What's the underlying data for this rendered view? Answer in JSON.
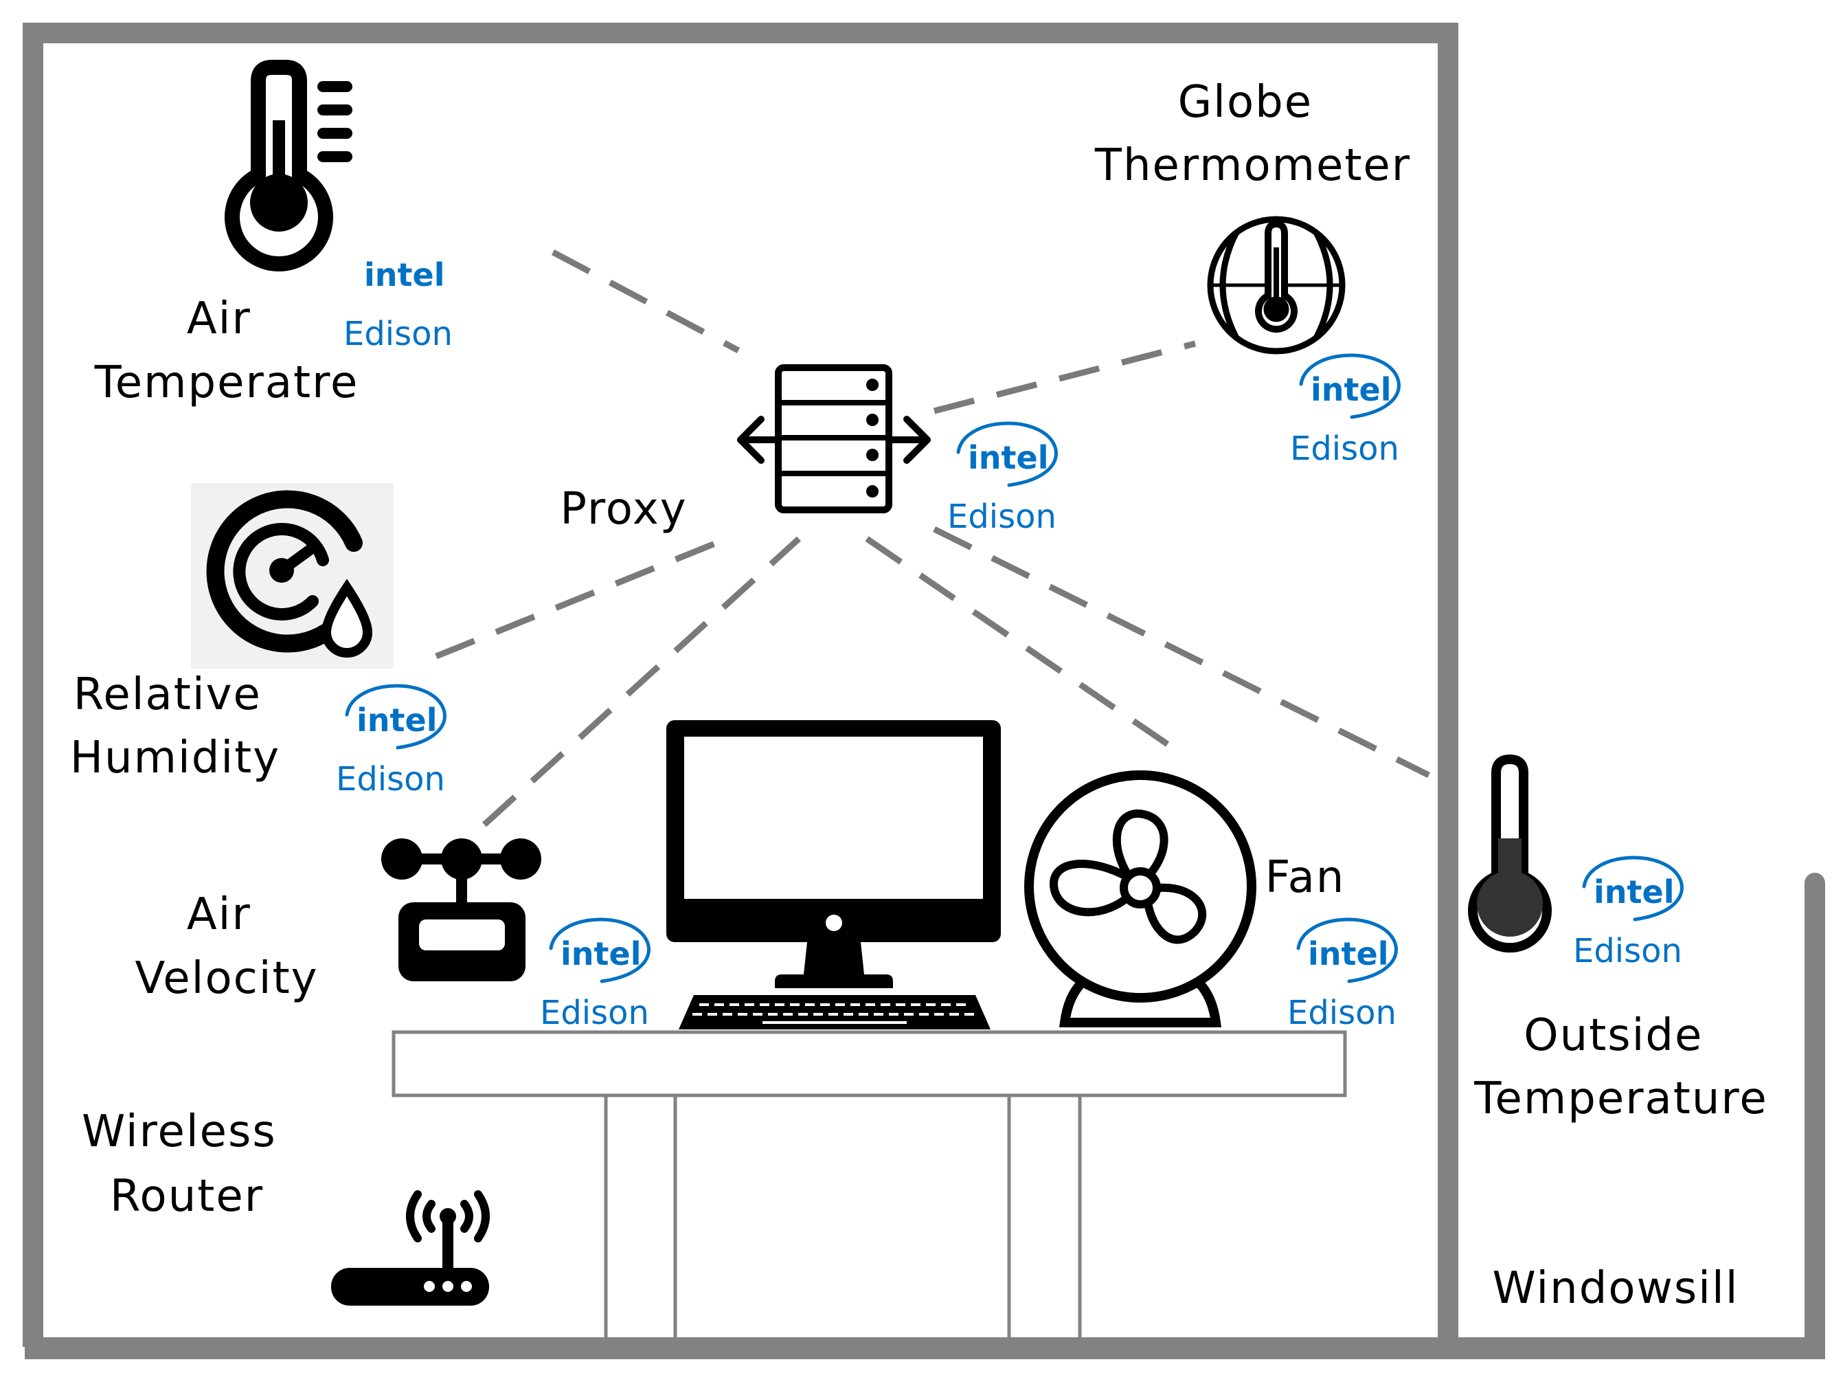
{
  "labels": {
    "air_temp": [
      "Air",
      "Temperatre"
    ],
    "globe": [
      "Globe",
      "Thermometer"
    ],
    "proxy": "Proxy",
    "humidity": [
      "Relative",
      "Humidity"
    ],
    "velocity": [
      "Air",
      "Velocity"
    ],
    "fan": "Fan",
    "router": [
      "Wireless",
      "Router"
    ],
    "outside": [
      "Outside",
      "Temperature"
    ],
    "windowsill": "Windowsill"
  },
  "badge": {
    "brand": "intel",
    "model": "Edison"
  },
  "icons": [
    "thermometer-icon",
    "globe-thermometer-icon",
    "server-icon",
    "humidity-gauge-icon",
    "anemometer-icon",
    "computer-icon",
    "keyboard-icon",
    "fan-icon",
    "outdoor-thermometer-icon",
    "router-icon"
  ],
  "colors": {
    "wall": "#828282",
    "dash": "#7a7a7a",
    "brand": "#0071c5",
    "icon": "#000000"
  }
}
